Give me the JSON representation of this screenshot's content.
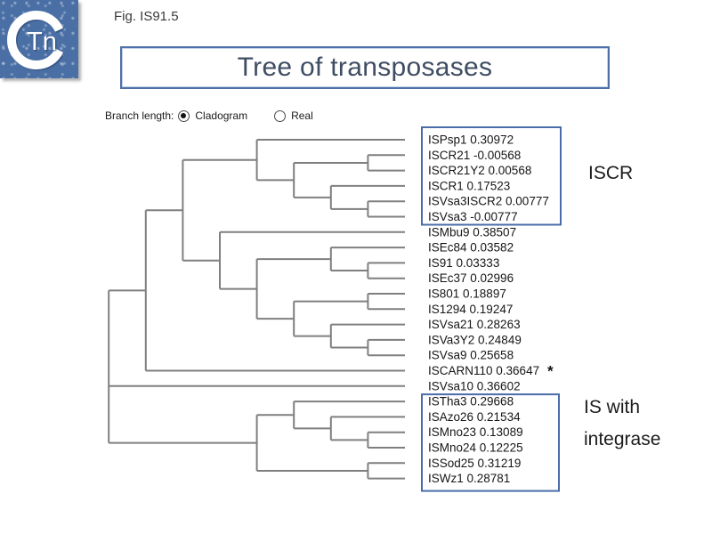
{
  "figure_label": "Fig. IS91.5",
  "logo": {
    "symbol": "C-ring",
    "text": "Tn",
    "bg_color": "#4a6fa5"
  },
  "title": {
    "text": "Tree of transposases",
    "text_color": "#3f4d63",
    "border_color": "#4f6fa8"
  },
  "controls": {
    "label": "Branch length:",
    "options": [
      {
        "label": "Cladogram",
        "selected": true
      },
      {
        "label": "Real",
        "selected": false
      }
    ]
  },
  "chart_data": {
    "type": "dendrogram",
    "orientation": "left-to-right",
    "mode": "cladogram",
    "line_color": "#7f7f7f",
    "label_color": "#161616",
    "leaves": [
      {
        "name": "ISPsp1",
        "value": "0.30972"
      },
      {
        "name": "ISCR21",
        "value": "-0.00568"
      },
      {
        "name": "ISCR21Y2",
        "value": "0.00568"
      },
      {
        "name": "ISCR1",
        "value": "0.17523"
      },
      {
        "name": "ISVsa3ISCR2",
        "value": "0.00777"
      },
      {
        "name": "ISVsa3",
        "value": "-0.00777"
      },
      {
        "name": "ISMbu9",
        "value": "0.38507"
      },
      {
        "name": "ISEc84",
        "value": "0.03582"
      },
      {
        "name": "IS91",
        "value": "0.03333"
      },
      {
        "name": "ISEc37",
        "value": "0.02996"
      },
      {
        "name": "IS801",
        "value": "0.18897"
      },
      {
        "name": "IS1294",
        "value": "0.19247"
      },
      {
        "name": "ISVsa21",
        "value": "0.28263"
      },
      {
        "name": "ISVa3Y2",
        "value": "0.24849"
      },
      {
        "name": "ISVsa9",
        "value": "0.25658"
      },
      {
        "name": "ISCARN110",
        "value": "0.36647",
        "marker": "*"
      },
      {
        "name": "ISVsa10",
        "value": "0.36602"
      },
      {
        "name": "ISTha3",
        "value": "0.29668"
      },
      {
        "name": "ISAzo26",
        "value": "0.21534"
      },
      {
        "name": "ISMno23",
        "value": "0.13089"
      },
      {
        "name": "ISMno24",
        "value": "0.12225"
      },
      {
        "name": "ISSod25",
        "value": "0.31219"
      },
      {
        "name": "ISWz1",
        "value": "0.28781"
      }
    ],
    "topology": [
      [
        [
          [
            "ISPsp1",
            [
              [
                "ISCR21",
                "ISCR21Y2"
              ],
              [
                "ISCR1",
                [
                  "ISVsa3ISCR2",
                  "ISVsa3"
                ]
              ]
            ]
          ],
          [
            "ISMbu9",
            [
              [
                "ISEc84",
                [
                  "IS91",
                  "ISEc37"
                ]
              ],
              [
                [
                  "IS801",
                  "IS1294"
                ],
                [
                  "ISVsa21",
                  [
                    "ISVa3Y2",
                    "ISVsa9"
                  ]
                ]
              ]
            ]
          ]
        ],
        "ISCARN110"
      ],
      "ISVsa10",
      [
        [
          "ISTha3",
          [
            "ISAzo26",
            [
              "ISMno23",
              "ISMno24"
            ]
          ]
        ],
        [
          "ISSod25",
          "ISWz1"
        ]
      ]
    ],
    "groups": [
      {
        "label_lines": [
          "ISCR"
        ],
        "first_leaf": "ISPsp1",
        "last_leaf": "ISVsa3",
        "box_color": "#4a6da8"
      },
      {
        "label_lines": [
          "IS with",
          "integrase"
        ],
        "first_leaf": "ISTha3",
        "last_leaf": "ISWz1",
        "box_color": "#4a6da8"
      }
    ]
  }
}
